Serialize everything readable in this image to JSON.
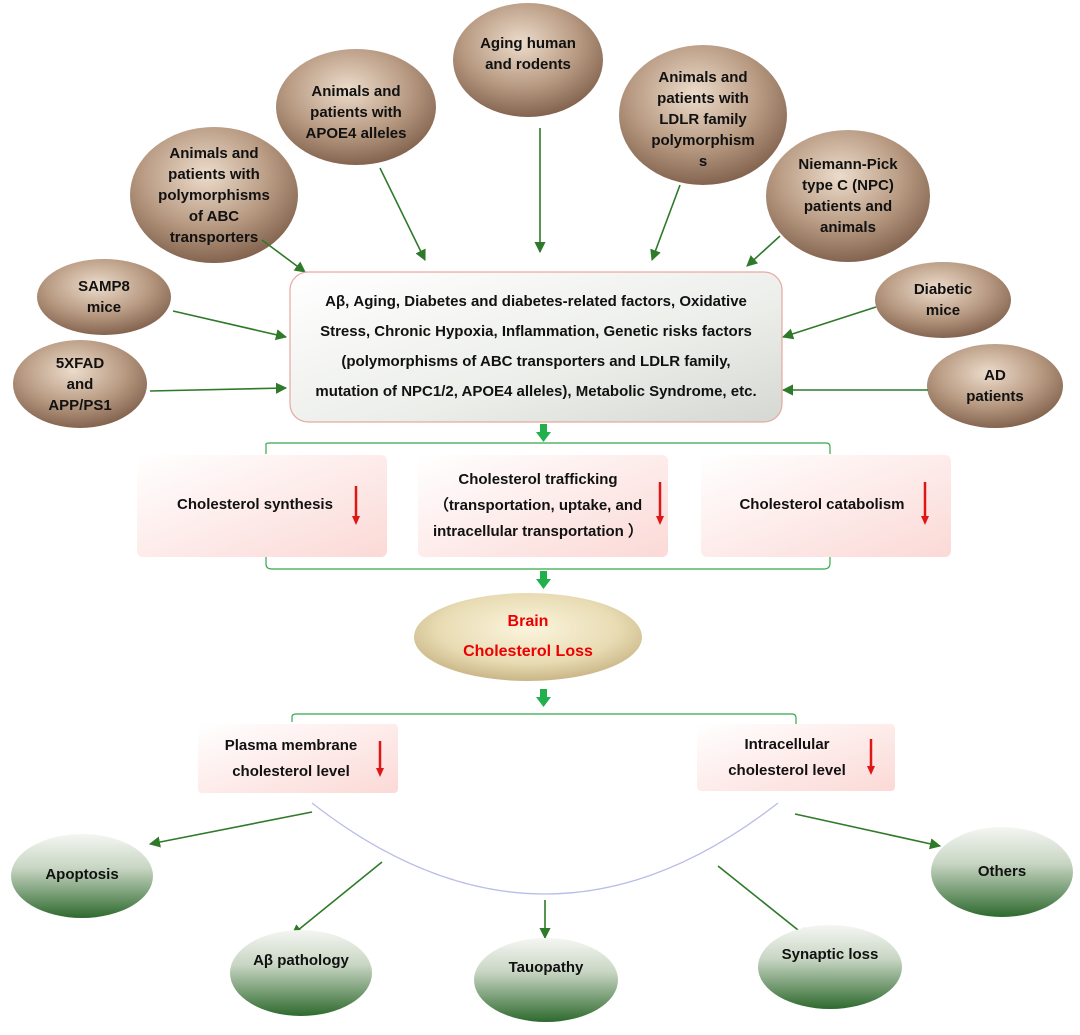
{
  "sources": {
    "aging": [
      "Aging human",
      "and rodents"
    ],
    "apoe4": [
      "Animals and",
      "patients with",
      "APOE4 alleles"
    ],
    "ldlr": [
      "Animals and",
      "patients with",
      "LDLR family",
      "polymorphism",
      "s"
    ],
    "abc": [
      "Animals and",
      "patients with",
      "polymorphisms",
      "of ABC",
      "transporters"
    ],
    "npc": [
      "Niemann-Pick",
      "type C (NPC)",
      "patients and",
      "animals"
    ],
    "samp8": [
      "SAMP8",
      "mice"
    ],
    "diabetic": [
      "Diabetic",
      "mice"
    ],
    "fivexfad": [
      "5XFAD",
      "and",
      "APP/PS1"
    ],
    "ad": [
      "AD",
      "patients"
    ]
  },
  "center": [
    "Aβ, Aging, Diabetes and diabetes-related factors, Oxidative",
    "Stress, Chronic Hypoxia, Inflammation, Genetic risks factors",
    "(polymorphisms of ABC transporters and LDLR family,",
    "mutation of NPC1/2, APOE4 alleles), Metabolic Syndrome, etc."
  ],
  "mechanisms": {
    "synthesis": "Cholesterol synthesis",
    "trafficking": [
      "Cholesterol trafficking",
      "（transportation, uptake, and",
      "intracellular transportation ）"
    ],
    "catabolism": "Cholesterol catabolism"
  },
  "brain": [
    "Brain",
    "Cholesterol Loss"
  ],
  "levels": {
    "plasma": [
      "Plasma membrane",
      "cholesterol level"
    ],
    "intracellular": [
      "Intracellular",
      "cholesterol level"
    ]
  },
  "outcomes": {
    "apoptosis": "Apoptosis",
    "abeta": "Aβ pathology",
    "tauopathy": "Tauopathy",
    "synaptic": "Synaptic loss",
    "others": "Others"
  },
  "colors": {
    "source_fill_light": "#d9c2ad",
    "source_fill_dark": "#8a6a55",
    "arrow_green": "#2f7a2a",
    "flow_arrow": "#21b04b",
    "decrease_arrow": "#e01515",
    "brain_text": "#e00000",
    "outcome_fill_light": "#eef2ec",
    "outcome_fill_dark": "#2e6a2e",
    "box_fill": "#fde2e0"
  }
}
